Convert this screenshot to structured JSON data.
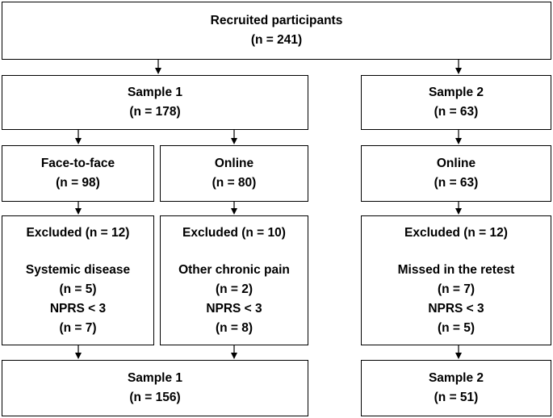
{
  "recruited": {
    "title": "Recruited participants",
    "count": "(n = 241)"
  },
  "sample1": {
    "title": "Sample 1",
    "count": "(n = 178)"
  },
  "sample2": {
    "title": "Sample 2",
    "count": "(n = 63)"
  },
  "face_to_face": {
    "title": "Face-to-face",
    "count": "(n = 98)"
  },
  "online1": {
    "title": "Online",
    "count": "(n = 80)"
  },
  "online2": {
    "title": "Online",
    "count": "(n = 63)"
  },
  "excluded_face": {
    "title": "Excluded (n = 12)",
    "reason1": "Systemic disease",
    "reason1_count": "(n = 5)",
    "reason2": "NPRS < 3",
    "reason2_count": "(n = 7)"
  },
  "excluded_online1": {
    "title": "Excluded (n = 10)",
    "reason1": "Other chronic pain",
    "reason1_count": "(n = 2)",
    "reason2": "NPRS < 3",
    "reason2_count": "(n = 8)"
  },
  "excluded_online2": {
    "title": "Excluded (n = 12)",
    "reason1": "Missed in the retest",
    "reason1_count": "(n = 7)",
    "reason2": "NPRS < 3",
    "reason2_count": "(n = 5)"
  },
  "final_sample1": {
    "title": "Sample 1",
    "count": "(n = 156)"
  },
  "final_sample2": {
    "title": "Sample 2",
    "count": "(n = 51)"
  }
}
